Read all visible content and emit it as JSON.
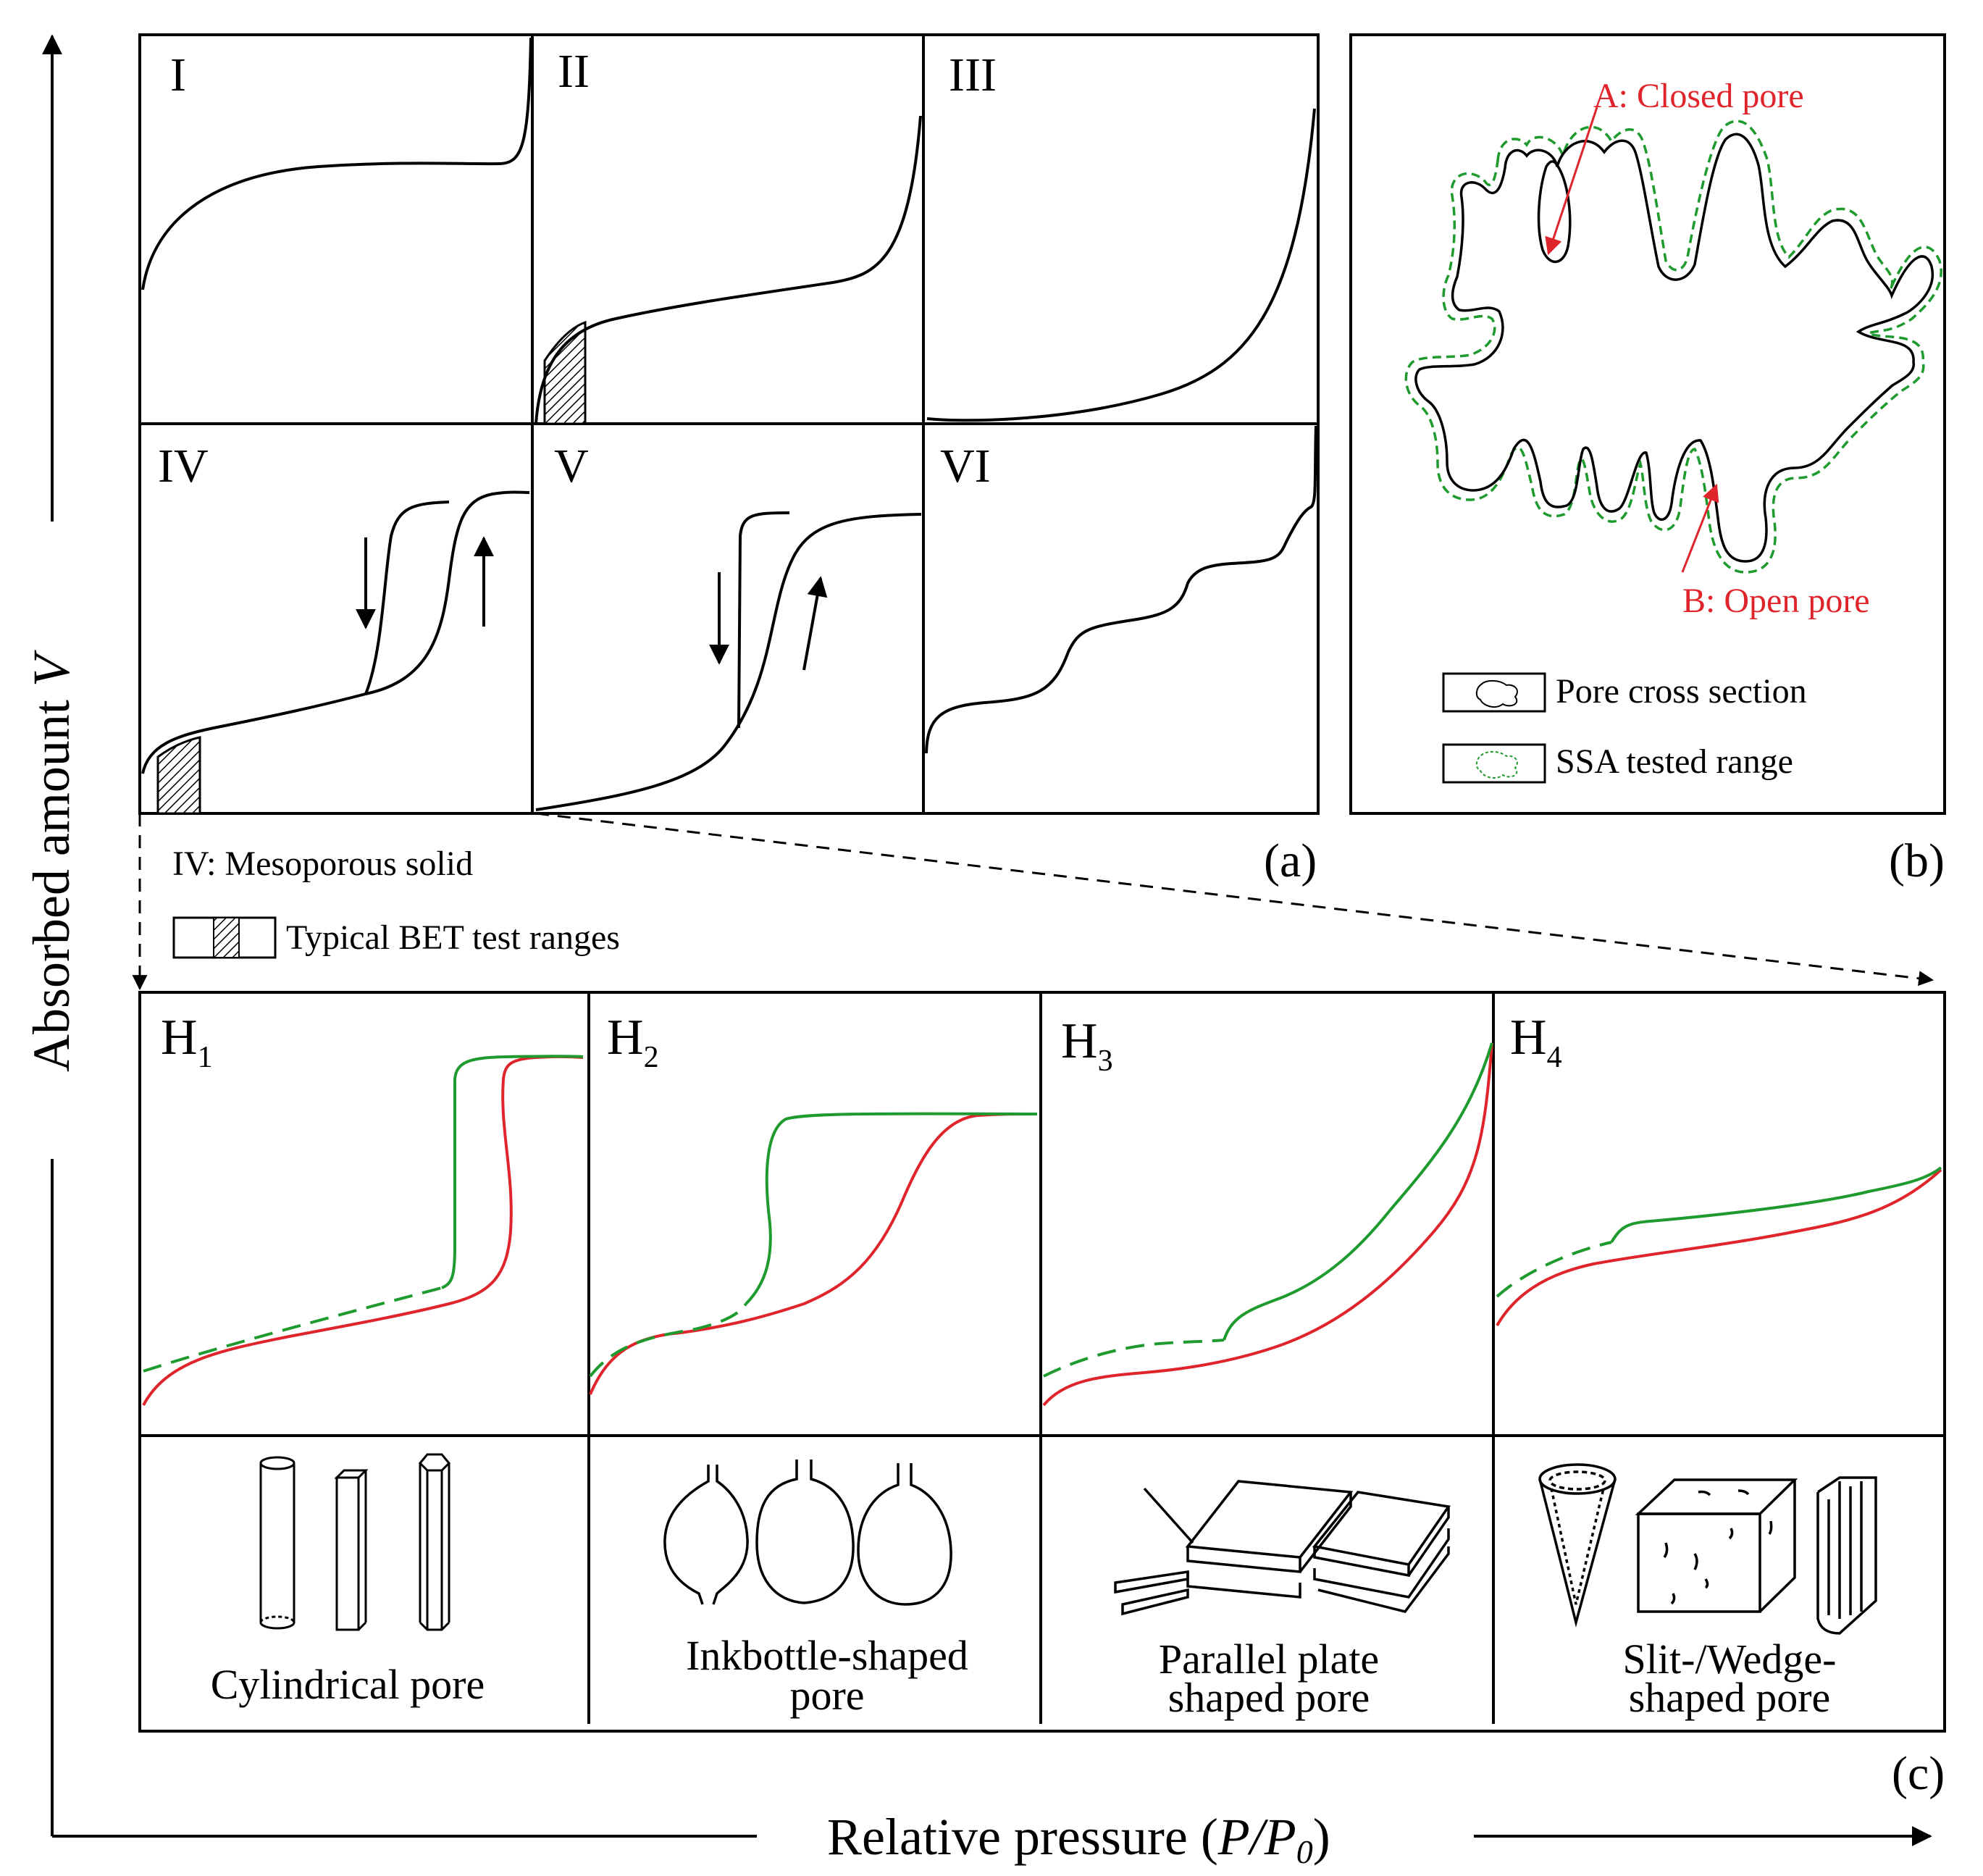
{
  "axes": {
    "y_label": "Absorbed amount",
    "y_symbol": "V",
    "x_label_pre": "Relative pressure (",
    "x_symbol": "P/P",
    "x_sub": "0",
    "x_label_post": ")"
  },
  "panel_a": {
    "letter": "(a)",
    "types": [
      "I",
      "II",
      "III",
      "IV",
      "V",
      "VI"
    ],
    "note_type": "IV: Mesoporous solid",
    "legend_bet": "Typical BET test ranges"
  },
  "panel_b": {
    "letter": "(b)",
    "closed_pore": "A: Closed pore",
    "open_pore": "B: Open pore",
    "legend_cross": "Pore cross section",
    "legend_ssa": "SSA tested range"
  },
  "panel_c": {
    "letter": "(c)",
    "loops": [
      {
        "main": "H",
        "sub": "1",
        "caption_lines": [
          "Cylindrical pore"
        ]
      },
      {
        "main": "H",
        "sub": "2",
        "caption_lines": [
          "Inkbottle-shaped",
          "pore"
        ]
      },
      {
        "main": "H",
        "sub": "3",
        "caption_lines": [
          "Parallel plate",
          "shaped pore"
        ]
      },
      {
        "main": "H",
        "sub": "4",
        "caption_lines": [
          "Slit-/Wedge-",
          "shaped pore"
        ]
      }
    ]
  },
  "colors": {
    "adsorption": "#e0242b",
    "desorption": "#1f9a2e",
    "annotation": "#e0242b",
    "ink": "#000000"
  }
}
